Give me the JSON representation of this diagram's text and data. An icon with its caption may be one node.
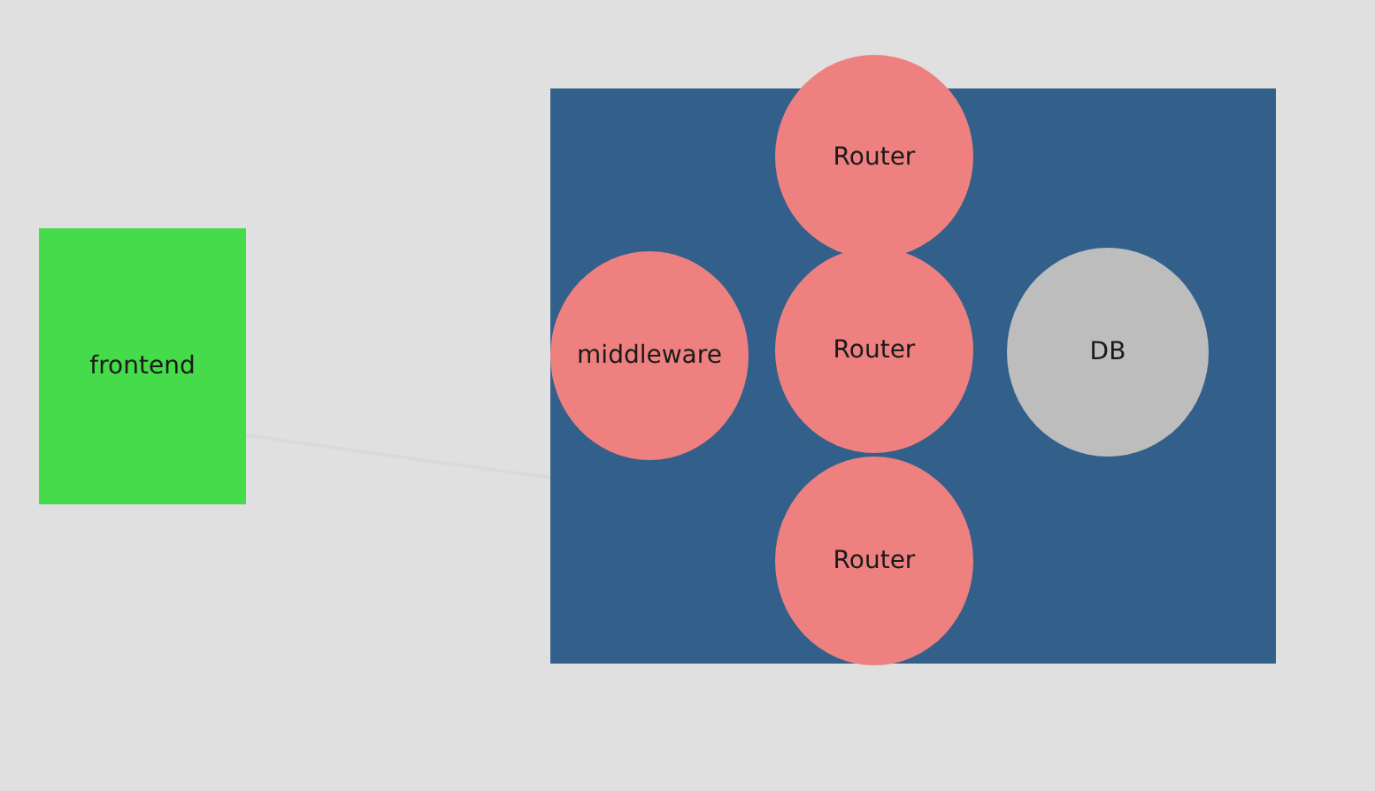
{
  "diagram": {
    "nodes": [
      {
        "text": [
          "frontend"
        ]
      },
      {
        "text": [],
        "shape": "box"
      },
      {
        "text": [
          "Router"
        ]
      },
      {
        "text": [
          "middleware"
        ],
        "in": 1
      },
      {
        "text": [
          "Router"
        ],
        "in": 1
      },
      {
        "text": [
          "DB"
        ],
        "in": 1
      },
      {
        "text": [
          "Router"
        ],
        "in": 1
      }
    ],
    "edges": [
      {
        "from": 0,
        "to": 1,
        "arrow": "none",
        "color": "#d6dcdc"
      }
    ]
  }
}
